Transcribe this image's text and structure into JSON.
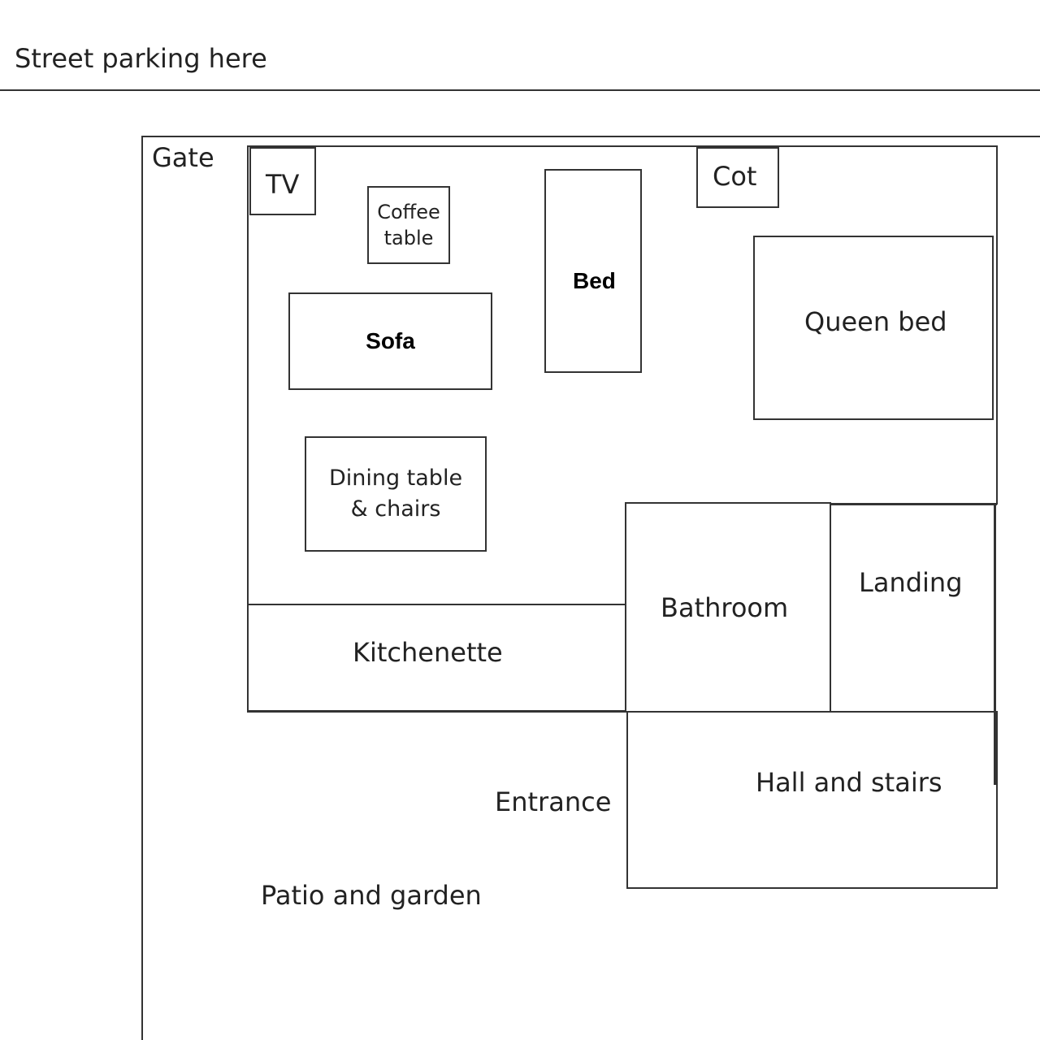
{
  "street": "Street parking here",
  "gate": "Gate",
  "rooms": {
    "tv": "TV",
    "coffee_table": "Coffee table",
    "sofa": "Sofa",
    "bed": "Bed",
    "cot": "Cot",
    "queen_bed": "Queen bed",
    "dining": "Dining table & chairs",
    "kitchenette": "Kitchenette",
    "bathroom": "Bathroom",
    "landing": "Landing",
    "hall": "Hall and stairs",
    "entrance": "Entrance",
    "patio": "Patio and garden"
  }
}
